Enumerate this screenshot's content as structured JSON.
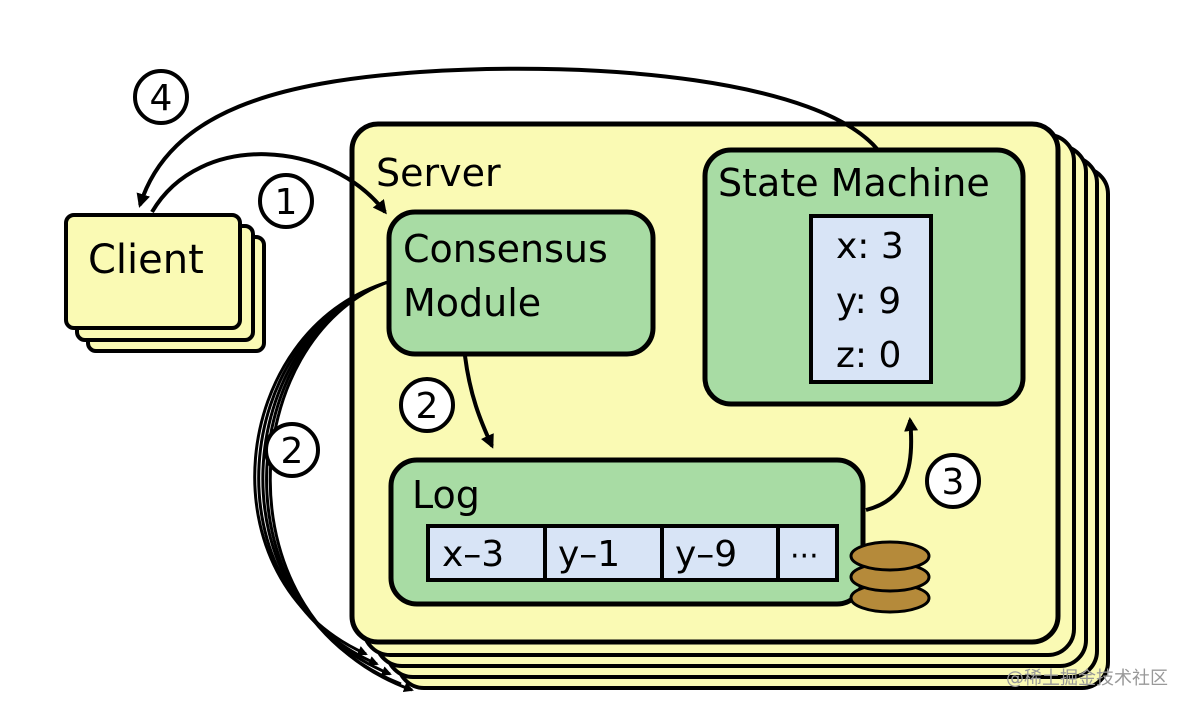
{
  "client": {
    "label": "Client"
  },
  "server": {
    "label": "Server",
    "consensus_module": {
      "line1": "Consensus",
      "line2": "Module"
    },
    "state_machine": {
      "title": "State Machine",
      "entries": [
        "x: 3",
        "y: 9",
        "z: 0"
      ]
    },
    "log": {
      "title": "Log",
      "entries": [
        "x–3",
        "y–1",
        "y–9",
        "···"
      ]
    }
  },
  "steps": {
    "step1": "1",
    "step2a": "2",
    "step2b": "2",
    "step3": "3",
    "step4": "4"
  },
  "watermark": "@稀土掘金技术社区",
  "colors": {
    "server_fill": "#fafab4",
    "module_fill": "#a8dca4",
    "entry_fill": "#d8e4f6",
    "disk_fill": "#b58a3a"
  }
}
